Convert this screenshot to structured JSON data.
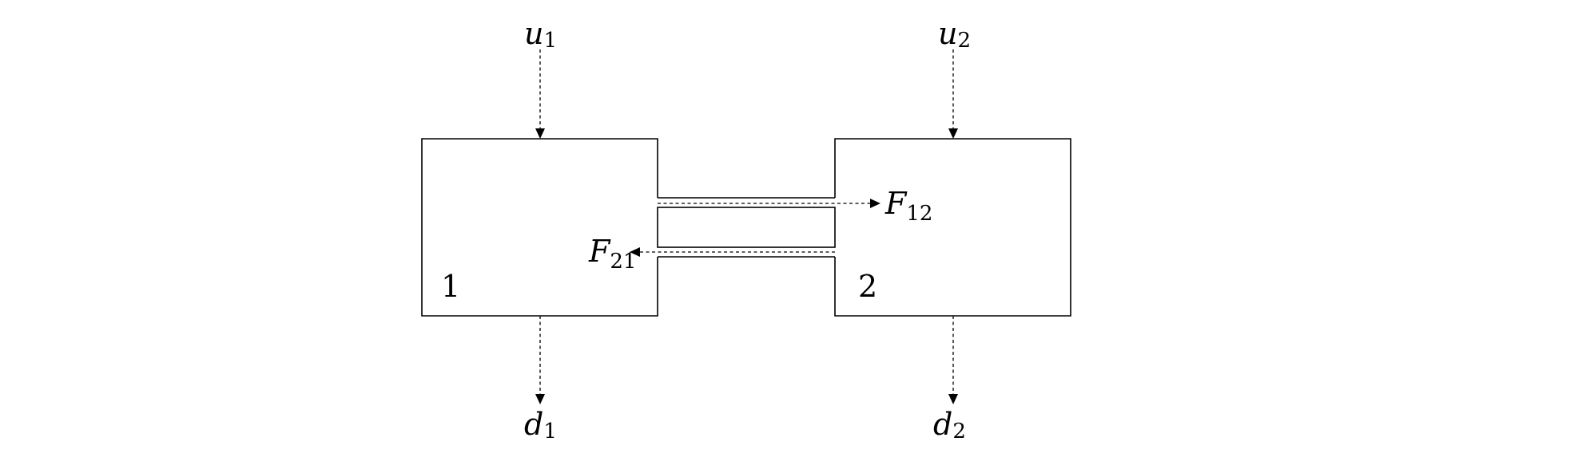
{
  "tanks": [
    {
      "id": "tank-1",
      "number": "1"
    },
    {
      "id": "tank-2",
      "number": "2"
    }
  ],
  "labels": {
    "u1": {
      "symbol": "u",
      "subscript": "1"
    },
    "u2": {
      "symbol": "u",
      "subscript": "2"
    },
    "d1": {
      "symbol": "d",
      "subscript": "1"
    },
    "d2": {
      "symbol": "d",
      "subscript": "2"
    },
    "f12": {
      "symbol": "F",
      "subscript": "12"
    },
    "f21": {
      "symbol": "F",
      "subscript": "21"
    }
  },
  "colors": {
    "stroke": "#000000",
    "background": "#ffffff"
  }
}
